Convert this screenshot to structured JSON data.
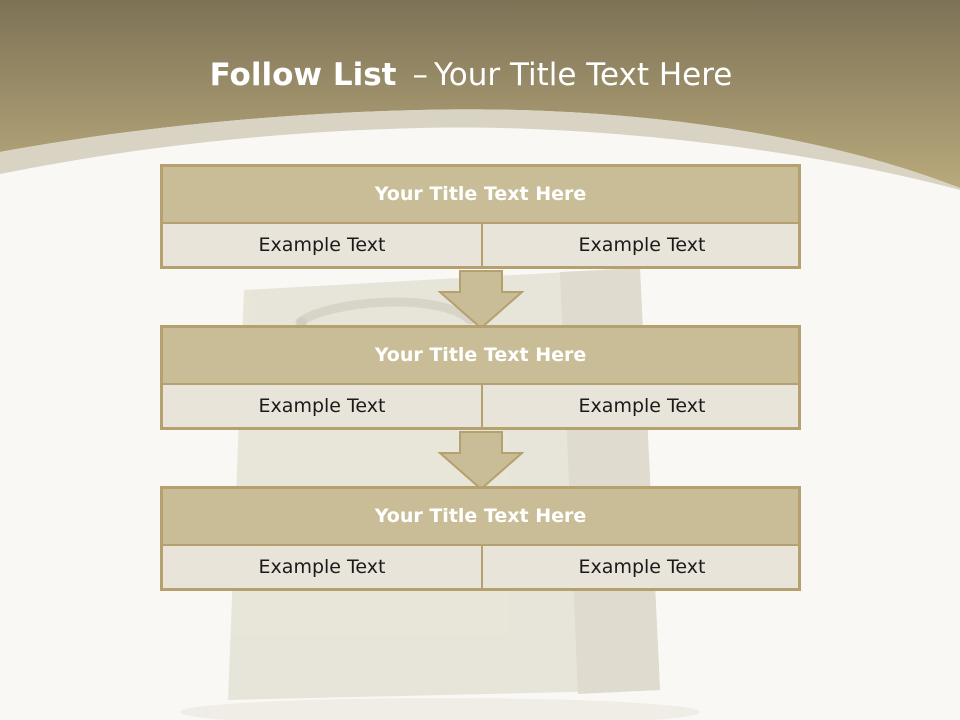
{
  "title": {
    "bold": "Follow List",
    "dash": "–",
    "rest": "Your Title Text Here"
  },
  "blocks": [
    {
      "title": "Your Title Text Here",
      "left": "Example Text",
      "right": "Example Text"
    },
    {
      "title": "Your Title Text Here",
      "left": "Example Text",
      "right": "Example Text"
    },
    {
      "title": "Your Title Text Here",
      "left": "Example Text",
      "right": "Example Text"
    }
  ],
  "colors": {
    "header_dark": "#7d7256",
    "header_light": "#b9aa7c",
    "block_border": "#b5a06f",
    "block_title_fill": "#c9bd97",
    "block_row_fill": "#e8e4d9",
    "background": "#f9f8f5"
  }
}
